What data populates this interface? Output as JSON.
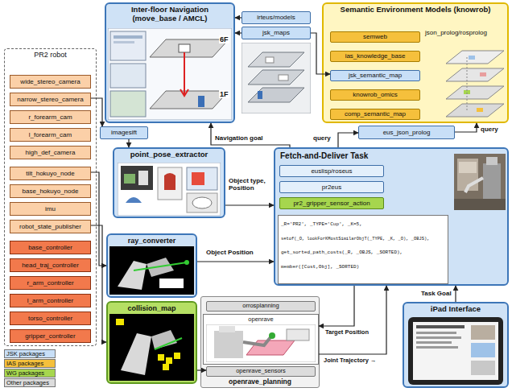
{
  "diagram": {
    "nodes": [
      {
        "text": [
          "PR2 robot"
        ]
      },
      {
        "text": [
          "wide_stereo_camera"
        ],
        "in": 0
      },
      {
        "text": [
          "narrow_stereo_camera"
        ],
        "in": 0
      },
      {
        "text": [
          "r_forearm_cam"
        ],
        "in": 0
      },
      {
        "text": [
          "l_forearm_cam"
        ],
        "in": 0
      },
      {
        "text": [
          "high_def_camera"
        ],
        "in": 0
      },
      {
        "text": [
          "tilt_hokuyo_node"
        ],
        "in": 0
      },
      {
        "text": [
          "base_hokuyo_node"
        ],
        "in": 0
      },
      {
        "text": [
          "imu"
        ],
        "in": 0
      },
      {
        "text": [
          "robot_state_publisher"
        ],
        "in": 0
      },
      {
        "text": [
          "base_controller"
        ],
        "in": 0
      },
      {
        "text": [
          "head_traj_controller"
        ],
        "in": 0
      },
      {
        "text": [
          "r_arm_controller"
        ],
        "in": 0
      },
      {
        "text": [
          "l_arm_controller"
        ],
        "in": 0
      },
      {
        "text": [
          "torso_controller"
        ],
        "in": 0
      },
      {
        "text": [
          "gripper_controller"
        ],
        "in": 0
      },
      {
        "text": [
          "Inter-floor Navigation (move_base / AMCL)"
        ]
      },
      {
        "text": [
          "irteus/models"
        ]
      },
      {
        "text": [
          "jsk_maps"
        ]
      },
      {
        "text": [
          "Semantic Environment Models (knowrob)",
          "json_prolog/rosprolog"
        ]
      },
      {
        "text": [
          "semweb"
        ],
        "in": 19
      },
      {
        "text": [
          "ias_knowledge_base"
        ],
        "in": 19
      },
      {
        "text": [
          "jsk_semantic_map"
        ],
        "in": 19
      },
      {
        "text": [
          "knowrob_omics"
        ],
        "in": 19
      },
      {
        "text": [
          "comp_semantic_map"
        ],
        "in": 19
      },
      {
        "text": [
          "imagesift"
        ]
      },
      {
        "text": [
          "eus_json_prolog"
        ]
      },
      {
        "text": [
          "point_pose_extractor"
        ]
      },
      {
        "text": [
          "Fetch-and-Deliver Task"
        ]
      },
      {
        "text": [
          "euslisp/roseus"
        ],
        "in": 28
      },
      {
        "text": [
          "pr2eus"
        ],
        "in": 28
      },
      {
        "text": [
          "pr2_gripper_sensor_action"
        ],
        "in": 28
      },
      {
        "text": [
          "_R='PR2', _TYPE='Cup', _K=5,",
          "setof(_O, lookForKMostSimilarObjT(_TYPE, _K, _O), _OBJS),",
          "get_sorted_path_costs(_R, _OBJS, _SORTED),",
          "member([Cost,Obj], _SORTED)"
        ],
        "in": 28
      },
      {
        "text": [
          "ray_converter"
        ]
      },
      {
        "text": [
          "collision_map"
        ]
      },
      {
        "text": [
          "openrave_planning"
        ]
      },
      {
        "text": [
          "orrosplanning"
        ],
        "in": 35
      },
      {
        "text": [
          "openrave"
        ],
        "in": 35
      },
      {
        "text": [
          "openrave_sensors"
        ],
        "in": 35
      },
      {
        "text": [
          "iPad Interface"
        ]
      }
    ],
    "edges": [
      {
        "from": 2,
        "to": 25,
        "arrow": "to"
      },
      {
        "from": 25,
        "to": 27,
        "arrow": "to"
      },
      {
        "from": 27,
        "to": 28,
        "label": "Object type, Position",
        "arrow": "to"
      },
      {
        "from": 28,
        "to": 16,
        "label": "Navigation goal",
        "arrow": "to"
      },
      {
        "from": 28,
        "to": 26,
        "label": "query",
        "arrow": "to"
      },
      {
        "from": 26,
        "to": 19,
        "label": "query",
        "arrow": "to"
      },
      {
        "from": 18,
        "to": 22,
        "arrow": "to"
      },
      {
        "from": 18,
        "to": 16,
        "arrow": "to"
      },
      {
        "from": 17,
        "to": 16,
        "arrow": "to"
      },
      {
        "from": 33,
        "to": 28,
        "label": "Object Position",
        "arrow": "to"
      },
      {
        "from": 6,
        "to": 33,
        "arrow": "to"
      },
      {
        "from": 9,
        "to": 34,
        "arrow": "to"
      },
      {
        "from": 34,
        "to": 38,
        "arrow": "to"
      },
      {
        "from": 28,
        "to": 37,
        "label": "Target Position",
        "arrow": "to"
      },
      {
        "from": 37,
        "to": 28,
        "label": "Joint Trajectory →",
        "arrow": "to"
      },
      {
        "from": 39,
        "to": 28,
        "label": "Task Goal",
        "arrow": "to"
      }
    ],
    "labels": [
      "6F",
      "1F"
    ],
    "legend": [
      {
        "text": "JSK packages",
        "color": "#c8dff7"
      },
      {
        "text": "IAS packages",
        "color": "#f5c03c"
      },
      {
        "text": "WG packages",
        "color": "#a6d64e"
      },
      {
        "text": "Other packages",
        "color": "#dcdcdc"
      }
    ]
  }
}
